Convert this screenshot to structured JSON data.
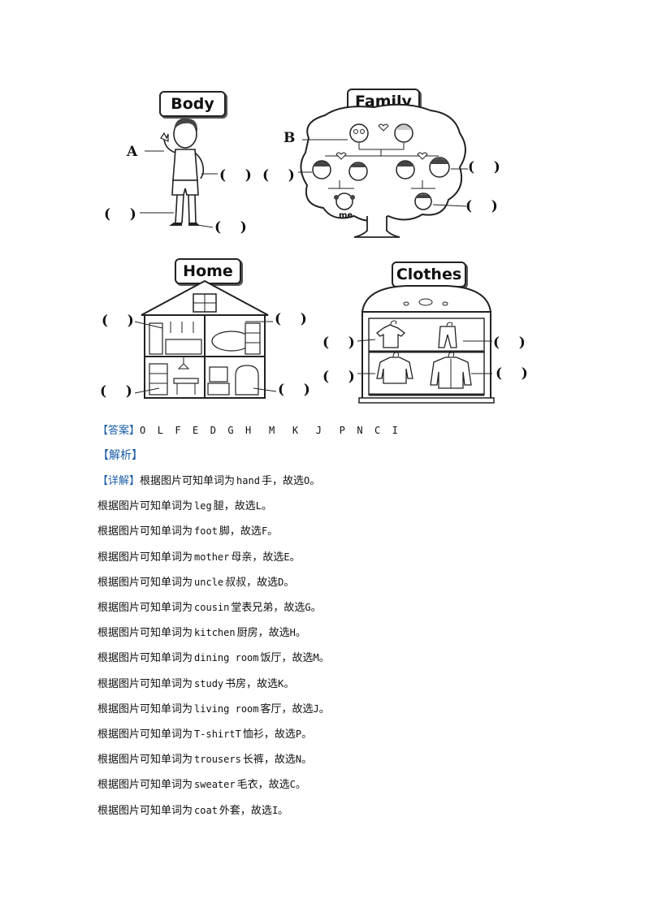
{
  "panels": {
    "body": {
      "title": "Body",
      "label_a": "A",
      "parens": [
        "(    )",
        "(    )",
        "(    )"
      ]
    },
    "family": {
      "title": "Family",
      "label_b": "B",
      "me_label": "me",
      "parens": [
        "(    )",
        "(    )",
        "(    )"
      ]
    },
    "home": {
      "title": "Home",
      "parens": [
        "(    )",
        "(    )",
        "(    )",
        "(    )"
      ]
    },
    "clothes": {
      "title": "Clothes",
      "parens": [
        "(    )",
        "(    )",
        "(    )",
        "(    )"
      ]
    }
  },
  "answer": {
    "label": "【答案】",
    "values": "O  L  F  E  D  G  H   M   K   J   P  N  C  I"
  },
  "analysis_label": "【解析】",
  "explanation": [
    {
      "prefix": "【详解】",
      "pre": "根据图片可知单词为",
      "word": "hand",
      "meaning": "手，故选",
      "letter": "O",
      "end": "。"
    },
    {
      "prefix": "",
      "pre": "根据图片可知单词为",
      "word": "leg",
      "meaning": "腿，故选",
      "letter": "L",
      "end": "。"
    },
    {
      "prefix": "",
      "pre": "根据图片可知单词为",
      "word": "foot",
      "meaning": "脚，故选",
      "letter": "F",
      "end": "。"
    },
    {
      "prefix": "",
      "pre": "根据图片可知单词为",
      "word": "mother",
      "meaning": "母亲，故选",
      "letter": "E",
      "end": "。"
    },
    {
      "prefix": "",
      "pre": "根据图片可知单词为",
      "word": "uncle",
      "meaning": "叔叔，故选",
      "letter": "D",
      "end": "。"
    },
    {
      "prefix": "",
      "pre": "根据图片可知单词为",
      "word": "cousin",
      "meaning": "堂表兄弟，故选",
      "letter": "G",
      "end": "。"
    },
    {
      "prefix": "",
      "pre": "根据图片可知单词为",
      "word": "kitchen",
      "meaning": "厨房，故选",
      "letter": "H",
      "end": "。"
    },
    {
      "prefix": "",
      "pre": "根据图片可知单词为",
      "word": "dining room",
      "meaning": "饭厅，故选",
      "letter": "M",
      "end": "。"
    },
    {
      "prefix": "",
      "pre": "根据图片可知单词为",
      "word": "study",
      "meaning": "书房，故选",
      "letter": "K",
      "end": "。"
    },
    {
      "prefix": "",
      "pre": "根据图片可知单词为",
      "word": "living room",
      "meaning": "客厅，故选",
      "letter": "J",
      "end": "。"
    },
    {
      "prefix": "",
      "pre": "根据图片可知单词为",
      "word": "T-shirtT",
      "meaning": "恤衫，故选",
      "letter": "P",
      "end": "。"
    },
    {
      "prefix": "",
      "pre": "根据图片可知单词为",
      "word": "trousers",
      "meaning": "长裤，故选",
      "letter": "N",
      "end": "。"
    },
    {
      "prefix": "",
      "pre": "根据图片可知单词为",
      "word": "sweater",
      "meaning": "毛衣，故选",
      "letter": "C",
      "end": "。"
    },
    {
      "prefix": "",
      "pre": "根据图片可知单词为",
      "word": "coat",
      "meaning": "外套，故选",
      "letter": "I",
      "end": "。"
    }
  ]
}
